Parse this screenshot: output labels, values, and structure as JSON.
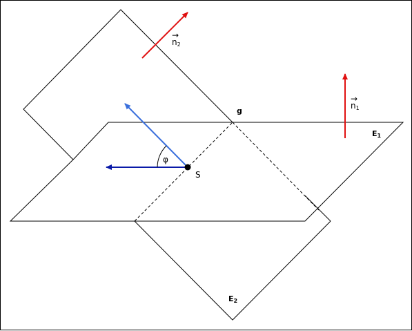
{
  "labels": {
    "n2": "n",
    "n2_sub": "2",
    "n1": "n",
    "n1_sub": "1",
    "vec_arrow": "→",
    "g": "g",
    "e1": "E",
    "e1_sub": "1",
    "e2": "E",
    "e2_sub": "2",
    "s": "S",
    "phi": "φ"
  },
  "colors": {
    "normal_vectors": "#e01010",
    "direction_vector_light": "#3a6fdc",
    "direction_vector_dark": "#0a1aa8",
    "lines": "#000000"
  }
}
